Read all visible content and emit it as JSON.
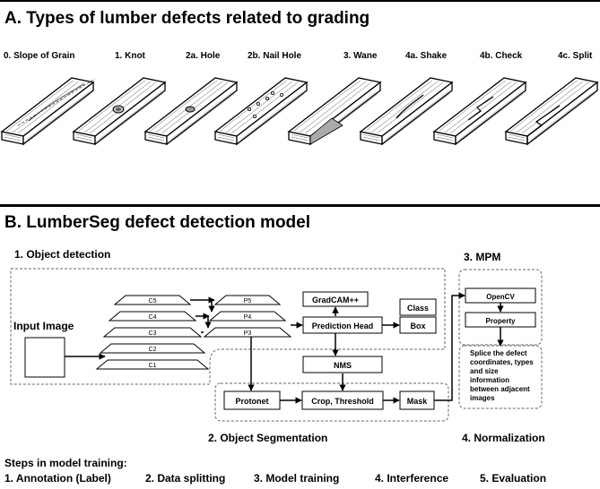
{
  "section_a": {
    "title": "A. Types of lumber defects related to grading",
    "defects": [
      {
        "label": "0. Slope of  Grain",
        "icon": "slope-of-grain"
      },
      {
        "label": "1. Knot",
        "icon": "knot"
      },
      {
        "label": "2a. Hole",
        "icon": "hole"
      },
      {
        "label": "2b. Nail Hole",
        "icon": "nail-hole"
      },
      {
        "label": "3. Wane",
        "icon": "wane"
      },
      {
        "label": "4a. Shake",
        "icon": "shake"
      },
      {
        "label": "4b. Check",
        "icon": "check"
      },
      {
        "label": "4c. Split",
        "icon": "split"
      }
    ]
  },
  "section_b": {
    "title": "B. LumberSeg defect detection model",
    "object_detection_label": "1. Object detection",
    "mpm_label": "3. MPM",
    "input_image_label": "Input Image",
    "backbone": [
      "C5",
      "C4",
      "C3",
      "C2",
      "C1"
    ],
    "fpn": [
      "P5",
      "P4",
      "P3"
    ],
    "boxes": {
      "gradcam": "GradCAM++",
      "prediction_head": "Prediction Head",
      "class": "Class",
      "box": "Box",
      "nms": "NMS",
      "protonet": "Protonet",
      "crop_threshold": "Crop, Threshold",
      "mask": "Mask",
      "opencv": "OpenCV",
      "property": "Property"
    },
    "mpm_note": "Splice the defect coordinates, types and size information between adjacent images",
    "segmentation_label": "2. Object Segmentation",
    "normalization_label": "4. Normalization"
  },
  "training": {
    "title": "Steps in model training:",
    "steps": [
      "1. Annotation (Label)",
      "2. Data splitting",
      "3. Model training",
      "4. Interference",
      "5. Evaluation"
    ]
  }
}
